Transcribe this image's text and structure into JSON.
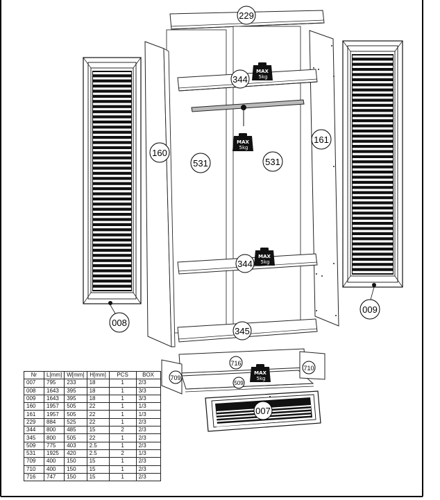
{
  "labels": {
    "top_panel": "229",
    "shelf_upper": "344",
    "shelf_lower": "344",
    "bottom_panel": "345",
    "side_left": "160",
    "side_right": "161",
    "inner_left": "531",
    "inner_right": "531",
    "door_left": "008",
    "door_right": "009",
    "drawer_front": "007",
    "drawer_side_left": "709",
    "drawer_side_right": "710",
    "drawer_back": "716",
    "drawer_bottom": "509"
  },
  "weight_badge": {
    "max": "MAX",
    "load": "5kg"
  },
  "parts_table": {
    "headers": [
      "Nr",
      "L[mm]",
      "W[mm]",
      "H[mm]",
      "PCS",
      "BOX"
    ],
    "rows": [
      [
        "007",
        "795",
        "233",
        "18",
        "1",
        "2/3"
      ],
      [
        "008",
        "1643",
        "395",
        "18",
        "1",
        "3/3"
      ],
      [
        "009",
        "1643",
        "395",
        "18",
        "1",
        "3/3"
      ],
      [
        "160",
        "1957",
        "505",
        "22",
        "1",
        "1/3"
      ],
      [
        "161",
        "1957",
        "505",
        "22",
        "1",
        "1/3"
      ],
      [
        "229",
        "884",
        "525",
        "22",
        "1",
        "2/3"
      ],
      [
        "344",
        "800",
        "485",
        "15",
        "2",
        "2/3"
      ],
      [
        "345",
        "800",
        "505",
        "22",
        "1",
        "2/3"
      ],
      [
        "509",
        "775",
        "403",
        "2.5",
        "1",
        "2/3"
      ],
      [
        "531",
        "1925",
        "420",
        "2.5",
        "2",
        "1/3"
      ],
      [
        "709",
        "400",
        "150",
        "15",
        "1",
        "2/3"
      ],
      [
        "710",
        "400",
        "150",
        "15",
        "1",
        "2/3"
      ],
      [
        "716",
        "747",
        "150",
        "15",
        "1",
        "2/3"
      ]
    ]
  }
}
